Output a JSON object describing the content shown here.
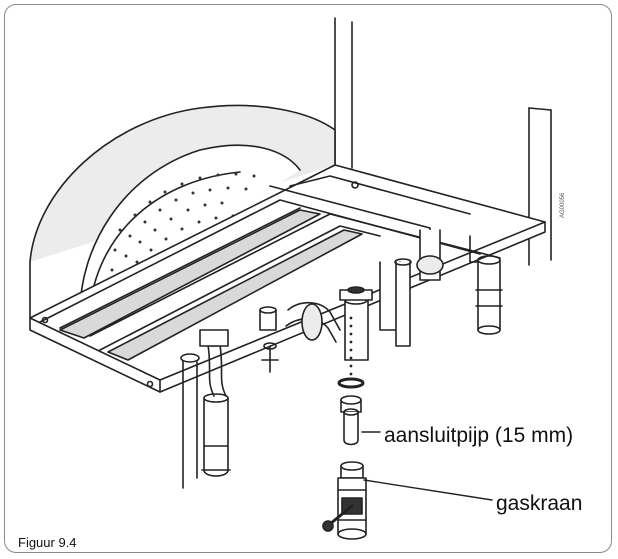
{
  "figure": {
    "caption": "Figuur 9.4",
    "labels": {
      "connection_pipe": "aansluitpijp (15 mm)",
      "gas_valve": "gaskraan"
    },
    "drawing_code": "AG00056",
    "line_color": "#222222",
    "shade_color": "#d9d9d9",
    "border_color": "#8a8a8a"
  }
}
